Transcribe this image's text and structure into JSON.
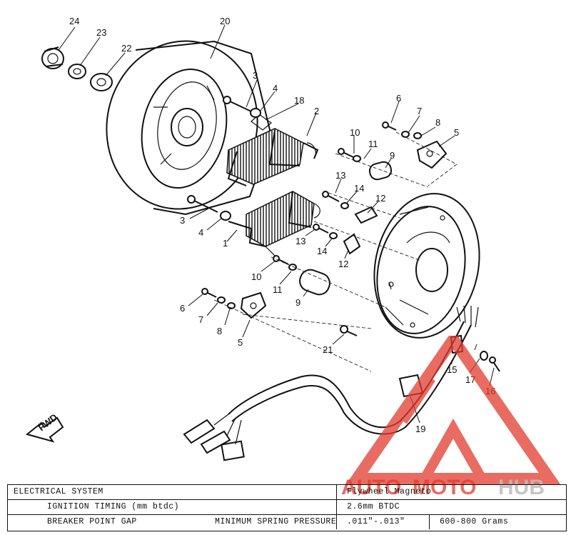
{
  "parts": [
    {
      "num": "1"
    },
    {
      "num": "2"
    },
    {
      "num": "3"
    },
    {
      "num": "4"
    },
    {
      "num": "5"
    },
    {
      "num": "6"
    },
    {
      "num": "7"
    },
    {
      "num": "8"
    },
    {
      "num": "9"
    },
    {
      "num": "10"
    },
    {
      "num": "11"
    },
    {
      "num": "12"
    },
    {
      "num": "13"
    },
    {
      "num": "14"
    },
    {
      "num": "15"
    },
    {
      "num": "16"
    },
    {
      "num": "17"
    },
    {
      "num": "18"
    },
    {
      "num": "19"
    },
    {
      "num": "20"
    },
    {
      "num": "21"
    },
    {
      "num": "22"
    },
    {
      "num": "23"
    },
    {
      "num": "24"
    }
  ],
  "direction_label": "FWD",
  "spec_table": {
    "title": "ELECTRICAL SYSTEM",
    "component": "Flywheel Magneto",
    "ignition_label": "IGNITION TIMING (mm btdc)",
    "ignition_value": "2.6mm BTDC",
    "gap_label": "BREAKER POINT GAP",
    "spring_label": "MINIMUM SPRING PRESSURE",
    "gap_value": ".011\"-.013\"",
    "spring_value": "600-800 Grams"
  },
  "watermark": {
    "text_part1": "AUTO",
    "text_part2": "MOTO",
    "text_part3": "HUB",
    "color_primary": "#e23b2e",
    "color_secondary": "#cfcfcf"
  }
}
